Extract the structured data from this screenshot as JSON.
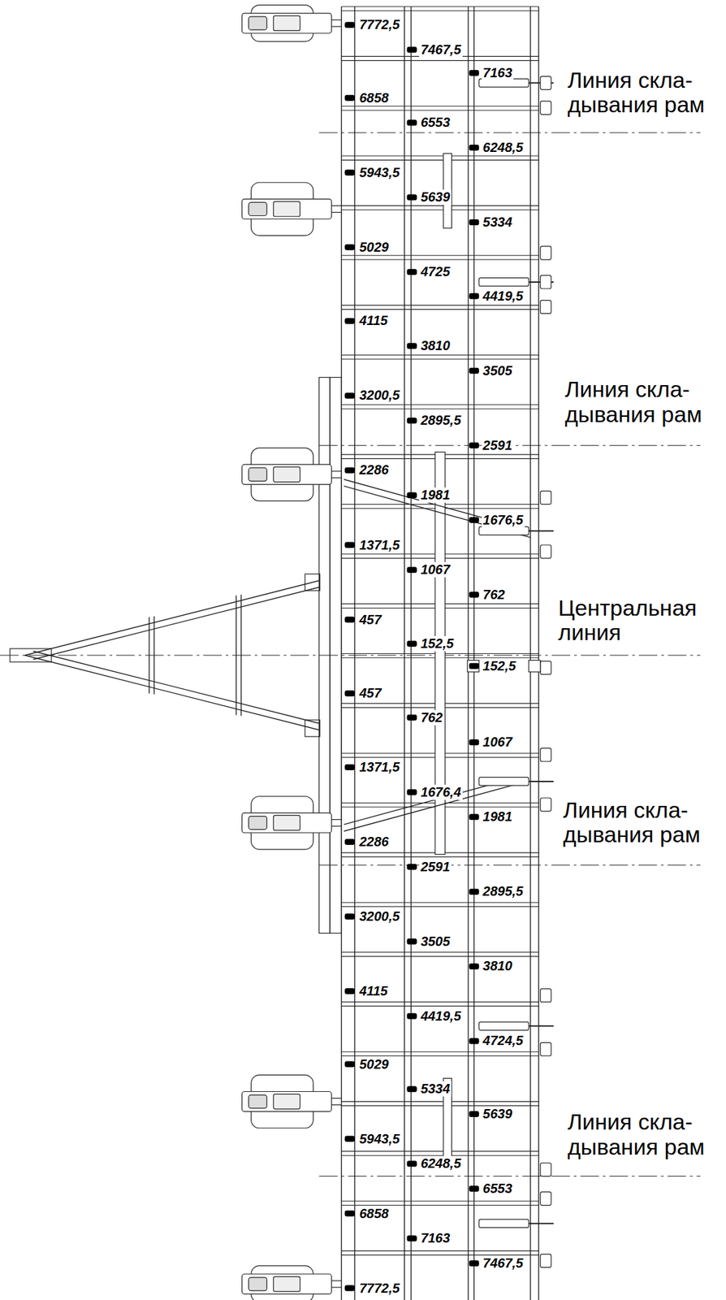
{
  "diagram": {
    "labels": [
      "7772,5",
      "7467,5",
      "7163",
      "Линия скла- дывания рам",
      "6858",
      "6553",
      "6248,5",
      "5943,5",
      "5639",
      "5334",
      "5029",
      "4725",
      "4419,5",
      "4115",
      "3810",
      "3505",
      "Линия скла- дывания рам",
      "3200,5",
      "2895,5",
      "2591",
      "2286",
      "1981",
      "1676,5",
      "1371,5",
      "1067",
      "Центральная линия",
      "762",
      "457",
      "152,5",
      "152,5",
      "457",
      "762",
      "1067",
      "1371,5",
      "1676,4",
      "Линия скла- дывания рам",
      "1981",
      "2286",
      "2591",
      "2895,5",
      "3200,5",
      "3505",
      "3810",
      "4115",
      "4419,5",
      "4724,5",
      "5029",
      "5334",
      "5639",
      "Линия скла- дывания рам",
      "5943,5",
      "6248,5",
      "6553",
      "6858",
      "7163",
      "7467,5",
      "7772,5"
    ]
  }
}
